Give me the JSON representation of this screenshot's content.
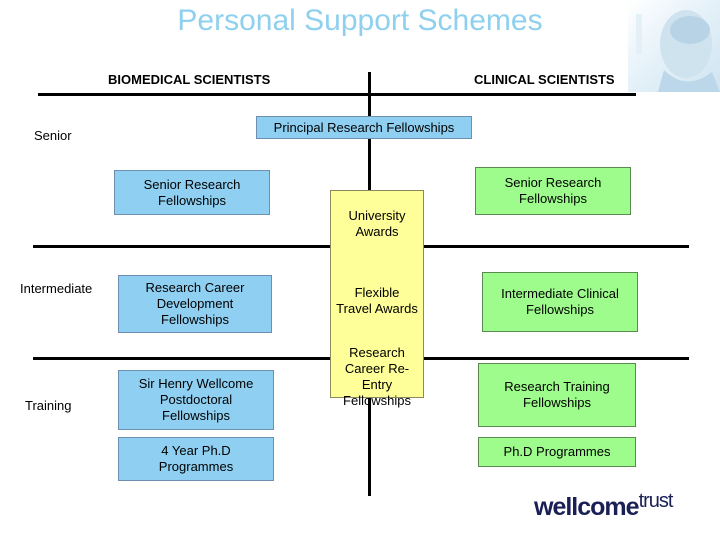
{
  "title": "Personal Support Schemes",
  "columns": {
    "left": "BIOMEDICAL SCIENTISTS",
    "right": "CLINICAL SCIENTISTS"
  },
  "rows": {
    "senior": "Senior",
    "intermediate": "Intermediate",
    "training": "Training"
  },
  "boxes": {
    "principal": "Principal Research Fellowships",
    "senior_bio": "Senior Research Fellowships",
    "senior_clin": "Senior Research Fellowships",
    "university": "University Awards",
    "flexible": "Flexible Travel Awards",
    "reentry": "Research Career Re-Entry Fellowships",
    "rcdf": "Research Career Development Fellowships",
    "intermediate_clin": "Intermediate Clinical Fellowships",
    "henry": "Sir Henry Wellcome Postdoctoral Fellowships",
    "training_clin": "Research Training Fellowships",
    "phd_bio": "4 Year Ph.D Programmes",
    "phd_clin": "Ph.D Programmes"
  },
  "logo": {
    "word": "wellcome",
    "suffix": "trust",
    "color": "#1a1f55"
  },
  "colors": {
    "title": "#8fd0ee",
    "biomedical_box": "#8fd0f2",
    "clinical_box": "#9dfc8b",
    "shared_box": "#ffff99"
  }
}
